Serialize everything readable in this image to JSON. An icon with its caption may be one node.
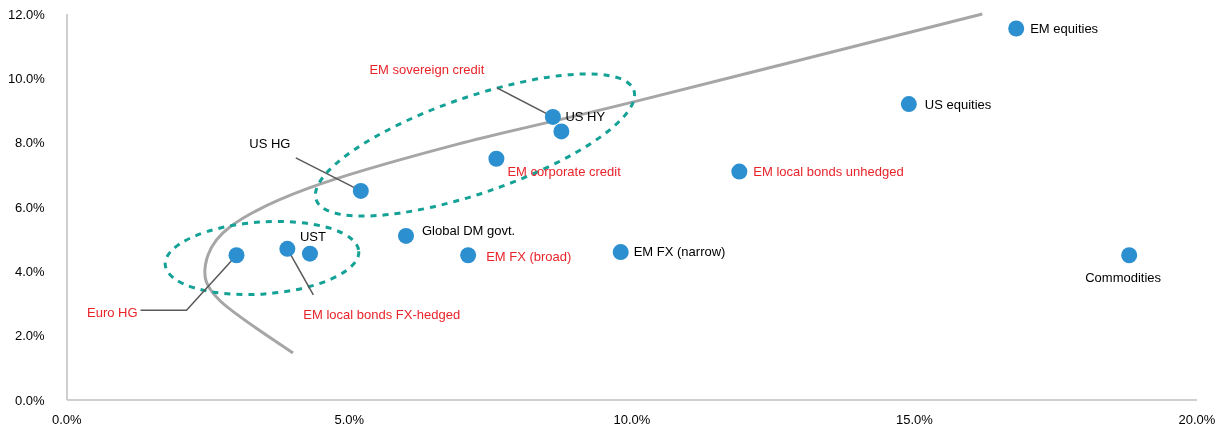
{
  "diagram": {
    "chart_data": {
      "type": "scatter",
      "xlim": [
        0,
        20
      ],
      "ylim": [
        0,
        12
      ],
      "xticks": [
        {
          "value": 0,
          "label": "0.0%"
        },
        {
          "value": 5,
          "label": "5.0%"
        },
        {
          "value": 10,
          "label": "10.0%"
        },
        {
          "value": 15,
          "label": "15.0%"
        },
        {
          "value": 20,
          "label": "20.0%"
        }
      ],
      "yticks": [
        {
          "value": 0,
          "label": "0.0%"
        },
        {
          "value": 2,
          "label": "2.0%"
        },
        {
          "value": 4,
          "label": "4.0%"
        },
        {
          "value": 6,
          "label": "6.0%"
        },
        {
          "value": 8,
          "label": "8.0%"
        },
        {
          "value": 10,
          "label": "10.0%"
        },
        {
          "value": 12,
          "label": "12.0%"
        }
      ],
      "x": [
        16.8,
        14.9,
        8.6,
        8.75,
        7.6,
        11.9,
        5.2,
        6.0,
        7.1,
        9.8,
        18.8,
        3.0,
        3.9,
        4.3,
        4.0,
        2.7,
        2.45,
        2.9,
        4.3,
        6.8,
        10.1,
        16.2
      ],
      "series": [
        {
          "color": "#2b8fd0",
          "values": [
            11.55,
            9.2,
            8.8,
            8.35,
            7.5,
            7.1,
            6.5,
            5.1,
            4.5,
            4.6,
            4.5,
            4.5,
            4.7,
            4.55,
            null,
            null,
            null,
            null,
            null,
            null,
            null,
            null
          ]
        },
        {
          "type": "line",
          "color": "#a6a6a6",
          "values": [
            null,
            null,
            null,
            null,
            null,
            null,
            null,
            null,
            null,
            null,
            null,
            null,
            null,
            null,
            1.46,
            3.1,
            4.2,
            5.4,
            6.6,
            7.9,
            9.3,
            12.0
          ]
        }
      ],
      "annotations": [
        {
          "text": "EM equities",
          "x": 16.8,
          "y": 11.55
        },
        {
          "text": "US equities",
          "x": 14.9,
          "y": 9.2
        },
        {
          "text": "EM sovereign credit",
          "x": 8.6,
          "y": 8.8
        },
        {
          "text": "US HY",
          "x": 8.75,
          "y": 8.35
        },
        {
          "text": "EM corporate credit",
          "x": 7.6,
          "y": 7.5
        },
        {
          "text": "EM local bonds unhedged",
          "x": 11.9,
          "y": 7.1
        },
        {
          "text": "US HG",
          "x": 5.2,
          "y": 6.5
        },
        {
          "text": "Global DM govt.",
          "x": 6.0,
          "y": 5.1
        },
        {
          "text": "EM FX (broad)",
          "x": 7.1,
          "y": 4.5
        },
        {
          "text": "EM FX (narrow)",
          "x": 9.8,
          "y": 4.6
        },
        {
          "text": "Commodities",
          "x": 18.8,
          "y": 4.5
        },
        {
          "text": "Euro HG",
          "x": 3.0,
          "y": 4.5
        },
        {
          "text": "EM local bonds FX-hedged",
          "x": 3.9,
          "y": 4.7
        },
        {
          "text": "UST",
          "x": 4.3,
          "y": 4.55
        }
      ]
    }
  }
}
